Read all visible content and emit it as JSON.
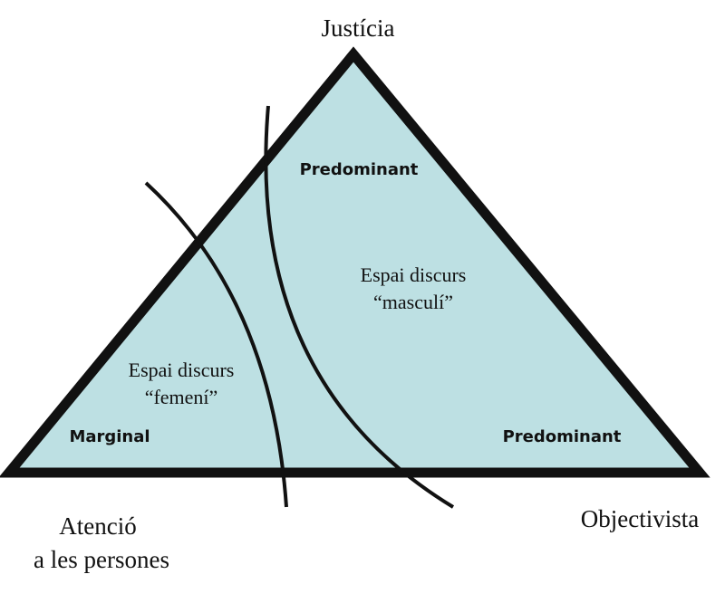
{
  "diagram": {
    "apex_label": "Justícia",
    "right_corner_label": "Objectivista",
    "left_corner_label_line1": "Atenció",
    "left_corner_label_line2": "a les persones",
    "top_region_label": "Predominant",
    "right_region_label": "Predominant",
    "left_region_label": "Marginal",
    "masculine_space_line1": "Espai discurs",
    "masculine_space_line2": "“masculí”",
    "feminine_space_line1": "Espai discurs",
    "feminine_space_line2": "“femení”"
  },
  "colors": {
    "triangle_fill": "#bde0e3",
    "stroke": "#111111"
  }
}
